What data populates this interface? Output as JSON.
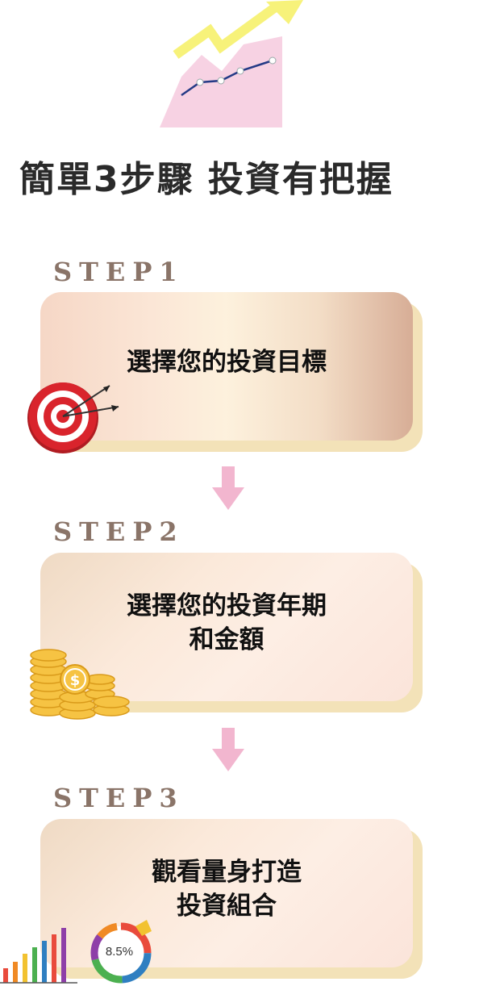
{
  "title": "簡單3步驟  投資有把握",
  "steps": [
    {
      "label": "STEP1",
      "lines": [
        "選擇您的投資目標"
      ],
      "icon": "target-icon"
    },
    {
      "label": "STEP2",
      "lines": [
        "選擇您的投資年期",
        "和金額"
      ],
      "icon": "coins-icon"
    },
    {
      "label": "STEP3",
      "lines": [
        "觀看量身打造",
        "投資組合"
      ],
      "icon": "chart-icon"
    }
  ],
  "donut_value": "8.5%",
  "colors": {
    "label": "#8a7468",
    "arrow": "#f2b6cf",
    "card_shadow": "#f3e2b8",
    "target_red": "#d9242c",
    "coin": "#f6c343"
  }
}
